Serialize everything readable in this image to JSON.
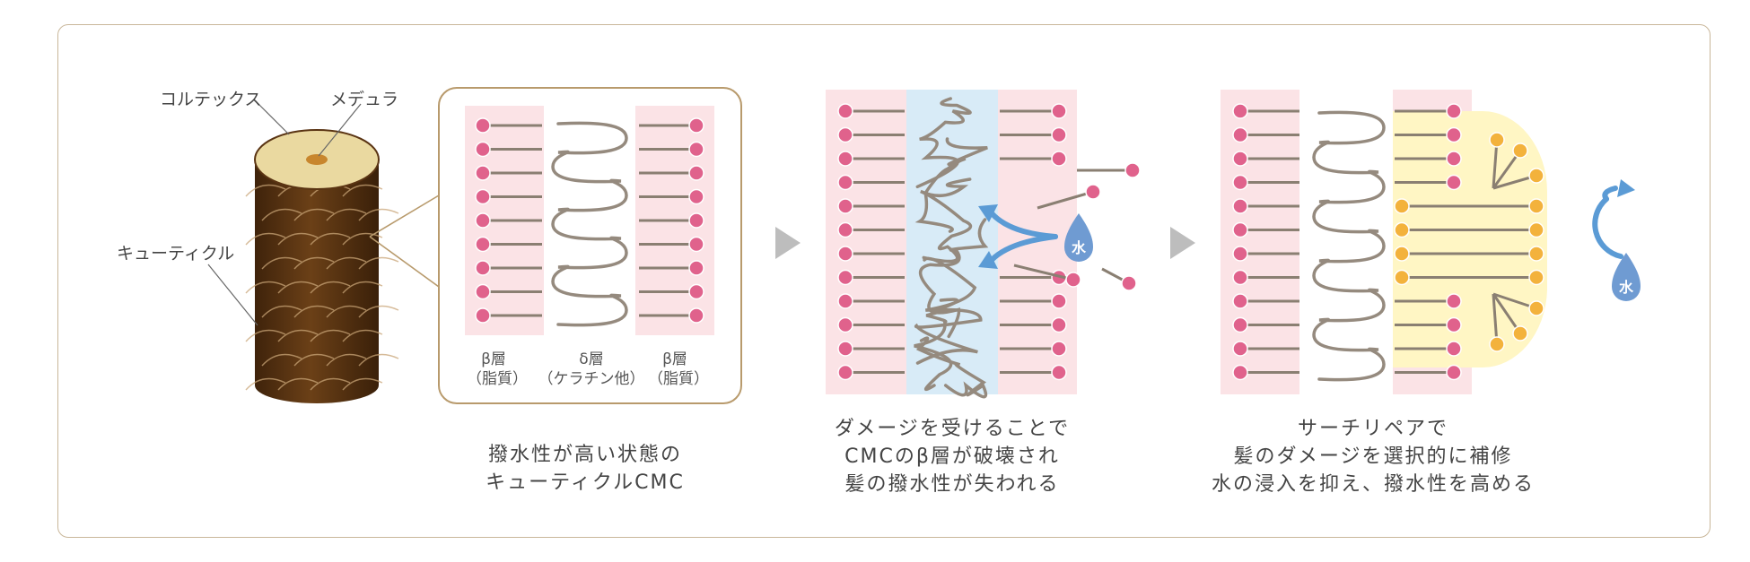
{
  "labels": {
    "cortex": "コルテックス",
    "medulla": "メデュラ",
    "cuticle": "キューティクル"
  },
  "layers": {
    "beta_left": [
      "β層",
      "（脂質）"
    ],
    "delta": [
      "δ層",
      "（ケラチン他）"
    ],
    "beta_right": [
      "β層",
      "（脂質）"
    ]
  },
  "water_label": "水",
  "captions": {
    "panel1": [
      "撥水性が高い状態の",
      "キューティクルCMC"
    ],
    "panel2": [
      "ダメージを受けることで",
      "CMCのβ層が破壊され",
      "髪の撥水性が失われる"
    ],
    "panel3": [
      "サーチリペアで",
      "髪のダメージを選択的に補修",
      "水の浸入を抑え、撥水性を高める"
    ]
  },
  "colors": {
    "pink_band": "#fbe3e6",
    "lipid_head": "#e0628c",
    "stem": "#8a7f72",
    "keratin": "#958a7e",
    "damage_band": "#d8ebf7",
    "repair_yellow": "#fff6c4",
    "repair_head": "#f3b23c",
    "arrow_blue": "#5b9bd5",
    "hair_brown": "#5a3413",
    "hair_top": "#ead9a0",
    "frame": "#c9b79a"
  }
}
